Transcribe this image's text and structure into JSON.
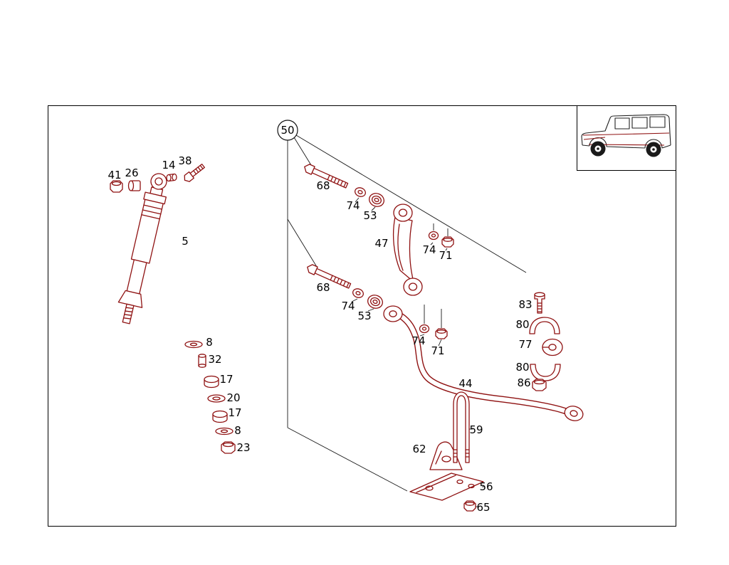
{
  "colors": {
    "part_outline": "#8f1212",
    "leader_line": "#1a1a1a",
    "background": "#ffffff",
    "text": "#000000"
  },
  "callout": {
    "number": "50"
  },
  "labels": [
    {
      "text": "41"
    },
    {
      "text": "26"
    },
    {
      "text": "14"
    },
    {
      "text": "38"
    },
    {
      "text": "5"
    },
    {
      "text": "8"
    },
    {
      "text": "32"
    },
    {
      "text": "17"
    },
    {
      "text": "20"
    },
    {
      "text": "17"
    },
    {
      "text": "8"
    },
    {
      "text": "23"
    },
    {
      "text": "68"
    },
    {
      "text": "74"
    },
    {
      "text": "53"
    },
    {
      "text": "47"
    },
    {
      "text": "74"
    },
    {
      "text": "71"
    },
    {
      "text": "68"
    },
    {
      "text": "74"
    },
    {
      "text": "53"
    },
    {
      "text": "74"
    },
    {
      "text": "71"
    },
    {
      "text": "83"
    },
    {
      "text": "80"
    },
    {
      "text": "77"
    },
    {
      "text": "80"
    },
    {
      "text": "86"
    },
    {
      "text": "44"
    },
    {
      "text": "59"
    },
    {
      "text": "62"
    },
    {
      "text": "56"
    },
    {
      "text": "65"
    }
  ]
}
